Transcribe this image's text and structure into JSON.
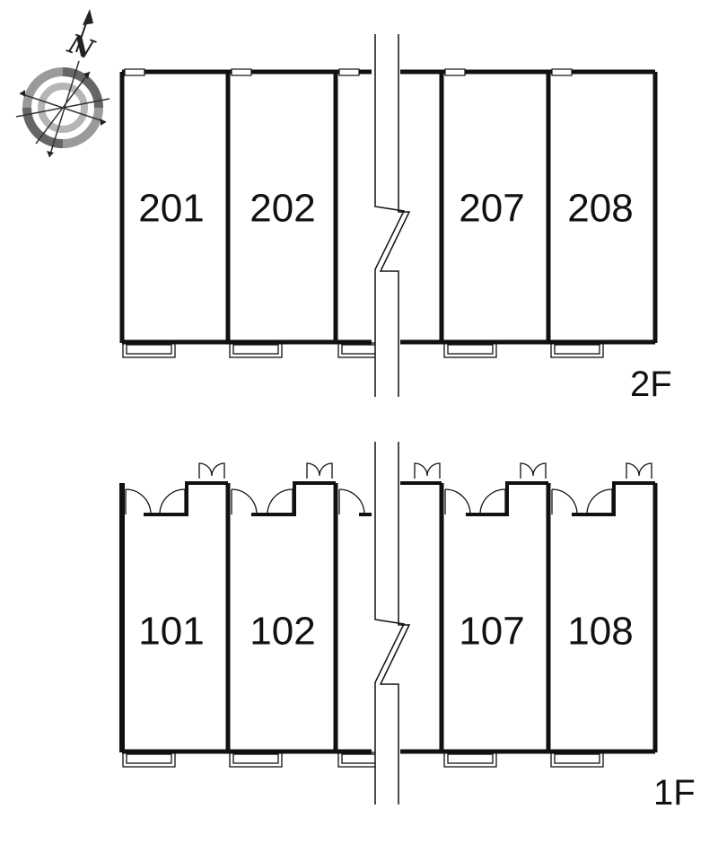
{
  "compass": {
    "north_label": "N",
    "icon": "compass-rose-icon"
  },
  "floors": [
    {
      "id": "upper",
      "label": "2F",
      "units": [
        "201",
        "202",
        "207",
        "208"
      ]
    },
    {
      "id": "lower",
      "label": "1F",
      "units": [
        "101",
        "102",
        "107",
        "108"
      ]
    }
  ],
  "colors": {
    "wall": "#111111",
    "background": "#ffffff",
    "compass_ring": "#9a9a9a"
  }
}
